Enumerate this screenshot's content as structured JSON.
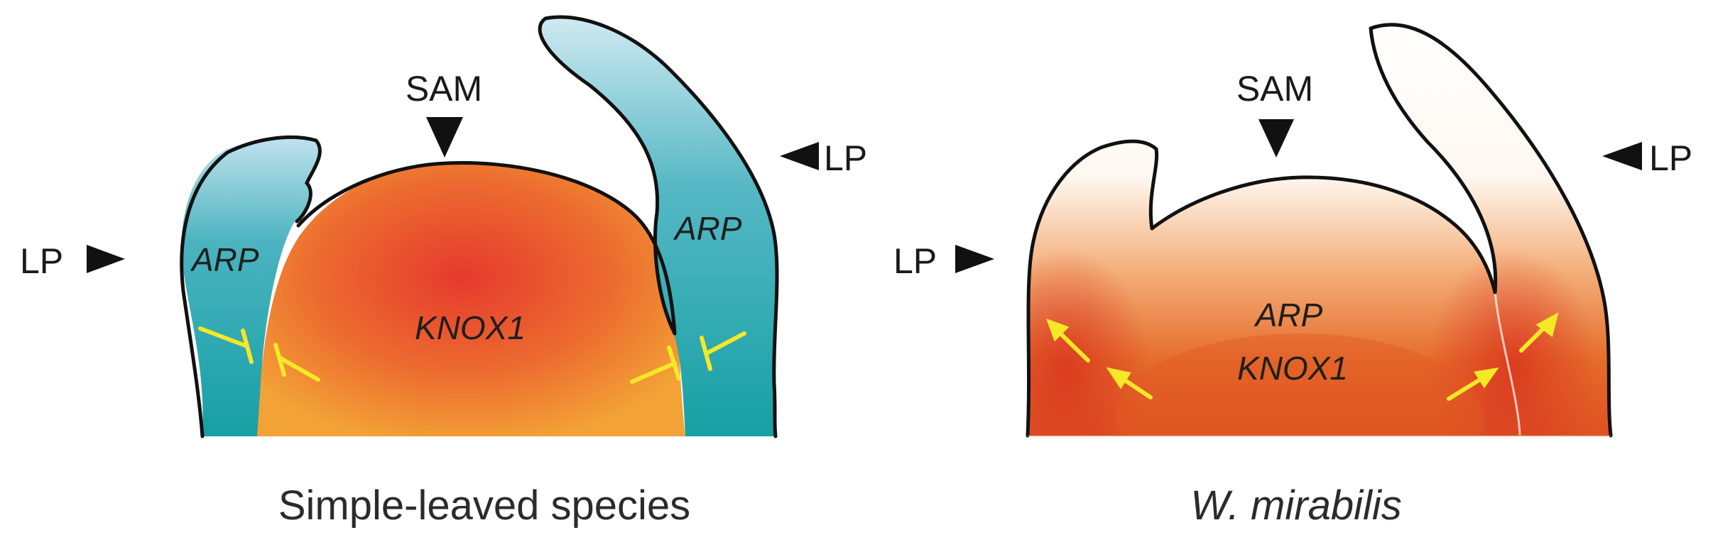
{
  "left_panel": {
    "sam_label": "SAM",
    "lp_left_label": "LP",
    "lp_right_label": "LP",
    "arp_left_label": "ARP",
    "arp_right_label": "ARP",
    "knox_label": "KNOX1",
    "caption": "Simple-leaved species"
  },
  "right_panel": {
    "sam_label": "SAM",
    "lp_left_label": "LP",
    "lp_right_label": "LP",
    "arp_label": "ARP",
    "knox_label": "KNOX1",
    "caption": "W. mirabilis"
  },
  "colors": {
    "arp_domain": "#1e9fa6",
    "knox_center": "#e8442b",
    "knox_edge": "#f29a35",
    "inhibition_arrows": "#f4e827",
    "outline": "#111111"
  }
}
